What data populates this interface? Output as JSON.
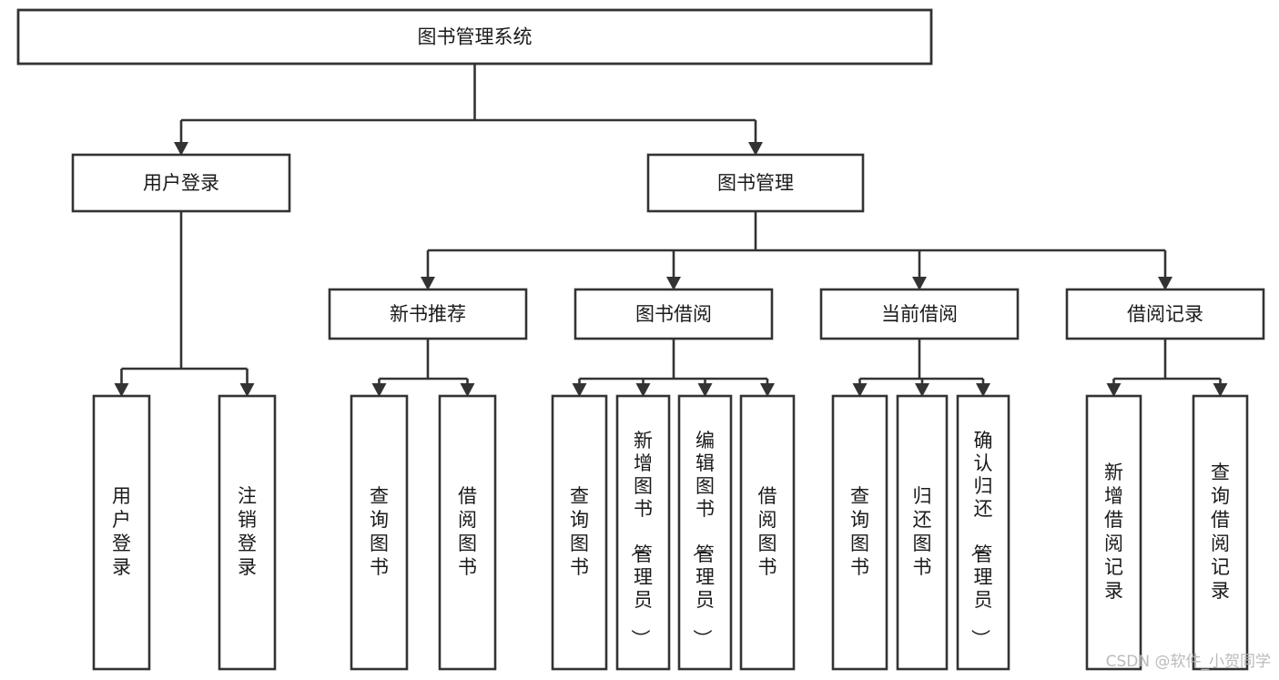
{
  "diagram": {
    "title": "图书管理系统",
    "type": "hierarchy-tree",
    "orientation": "top-down",
    "colors": {
      "box_stroke": "#333333",
      "box_fill": "#ffffff",
      "text": "#1a1a1a",
      "connector": "#333333",
      "background": "#ffffff",
      "watermark": "#b6b6b6"
    },
    "levels": [
      {
        "level": 1,
        "nodes": [
          {
            "id": "root",
            "label": "图书管理系统",
            "orientation": "horizontal"
          }
        ]
      },
      {
        "level": 2,
        "nodes": [
          {
            "id": "login",
            "label": "用户登录",
            "orientation": "horizontal",
            "parent": "root"
          },
          {
            "id": "bookmgmt",
            "label": "图书管理",
            "orientation": "horizontal",
            "parent": "root"
          }
        ]
      },
      {
        "level": 3,
        "nodes": [
          {
            "id": "newbook",
            "label": "新书推荐",
            "orientation": "horizontal",
            "parent": "bookmgmt"
          },
          {
            "id": "borrow",
            "label": "图书借阅",
            "orientation": "horizontal",
            "parent": "bookmgmt"
          },
          {
            "id": "current",
            "label": "当前借阅",
            "orientation": "horizontal",
            "parent": "bookmgmt"
          },
          {
            "id": "record",
            "label": "借阅记录",
            "orientation": "horizontal",
            "parent": "bookmgmt"
          }
        ]
      },
      {
        "level": 4,
        "nodes": [
          {
            "id": "leaf1",
            "label": "用户登录",
            "orientation": "vertical",
            "parent": "login"
          },
          {
            "id": "leaf2",
            "label": "注销登录",
            "orientation": "vertical",
            "parent": "login"
          },
          {
            "id": "leaf3",
            "label": "查询图书",
            "orientation": "vertical",
            "parent": "newbook"
          },
          {
            "id": "leaf4",
            "label": "借阅图书",
            "orientation": "vertical",
            "parent": "newbook"
          },
          {
            "id": "leaf5",
            "label": "查询图书",
            "orientation": "vertical",
            "parent": "borrow"
          },
          {
            "id": "leaf6",
            "label": "新增图书（管理员）",
            "orientation": "vertical",
            "parent": "borrow"
          },
          {
            "id": "leaf7",
            "label": "编辑图书（管理员）",
            "orientation": "vertical",
            "parent": "borrow"
          },
          {
            "id": "leaf8",
            "label": "借阅图书",
            "orientation": "vertical",
            "parent": "borrow"
          },
          {
            "id": "leaf9",
            "label": "查询图书",
            "orientation": "vertical",
            "parent": "current"
          },
          {
            "id": "leaf10",
            "label": "归还图书",
            "orientation": "vertical",
            "parent": "current"
          },
          {
            "id": "leaf11",
            "label": "确认归还（管理员）",
            "orientation": "vertical",
            "parent": "current"
          },
          {
            "id": "leaf12",
            "label": "新增借阅记录",
            "orientation": "vertical",
            "parent": "record"
          },
          {
            "id": "leaf13",
            "label": "查询借阅记录",
            "orientation": "vertical",
            "parent": "record"
          }
        ]
      }
    ]
  },
  "watermark": {
    "text": "CSDN @软件_小贺同学"
  }
}
